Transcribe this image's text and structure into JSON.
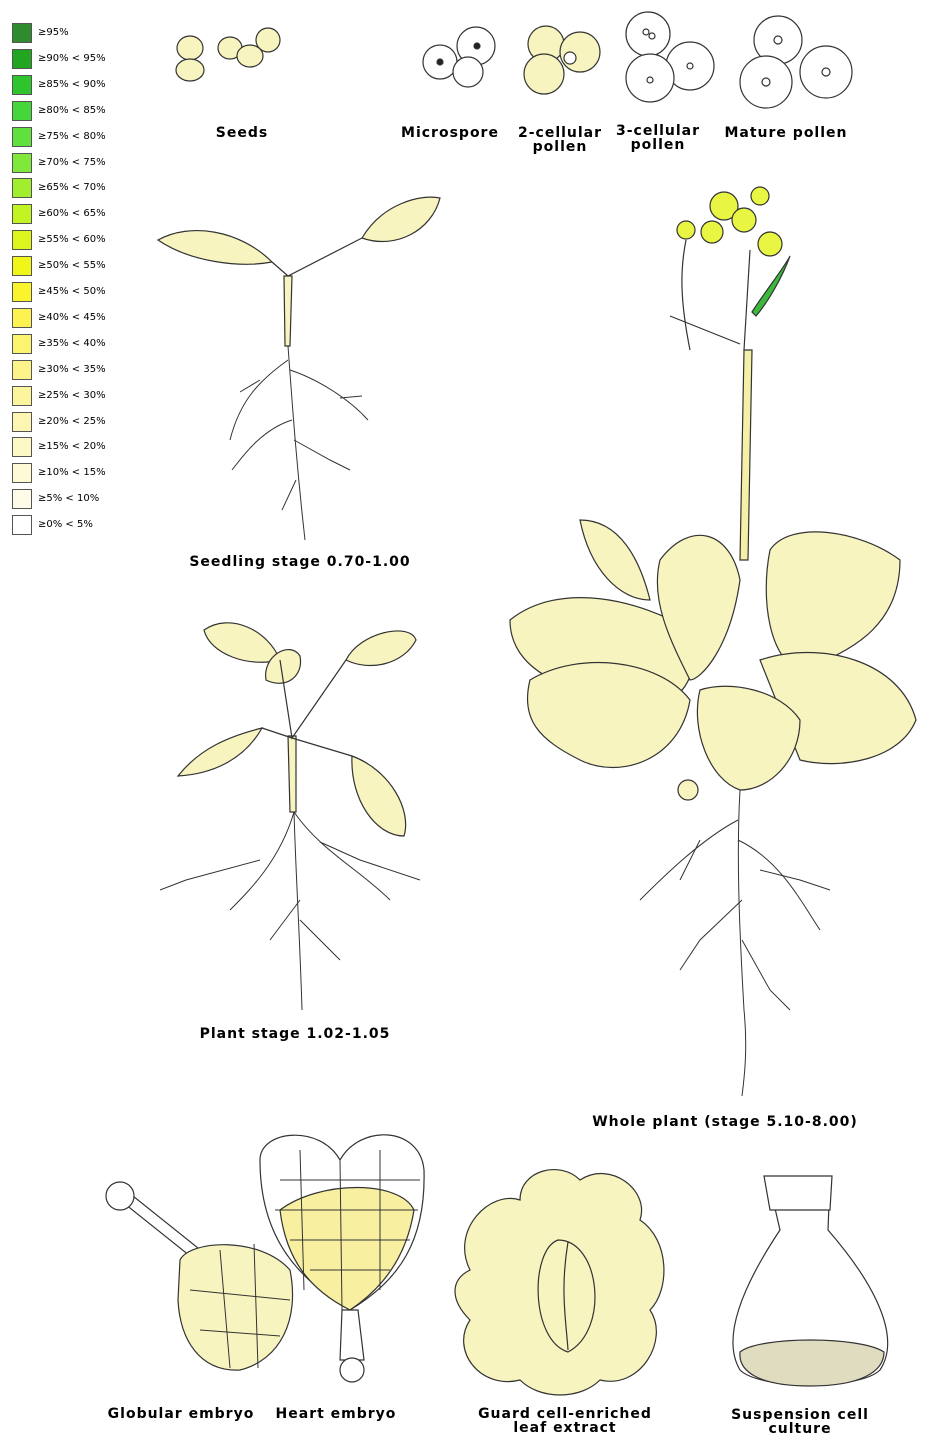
{
  "legend": [
    {
      "label": "≥95%",
      "color": "#2e8b2e"
    },
    {
      "label": "≥90% < 95%",
      "color": "#22a622"
    },
    {
      "label": "≥85% < 90%",
      "color": "#2ec42e"
    },
    {
      "label": "≥80% < 85%",
      "color": "#44d63a"
    },
    {
      "label": "≥75% < 80%",
      "color": "#5fe03c"
    },
    {
      "label": "≥70% < 75%",
      "color": "#7fe83a"
    },
    {
      "label": "≥65% < 70%",
      "color": "#a0ee2e"
    },
    {
      "label": "≥60% < 65%",
      "color": "#c2f424"
    },
    {
      "label": "≥55% < 60%",
      "color": "#dcf51c"
    },
    {
      "label": "≥50% < 55%",
      "color": "#f0f51a"
    },
    {
      "label": "≥45% < 50%",
      "color": "#fbf42c"
    },
    {
      "label": "≥40% < 45%",
      "color": "#fcf352"
    },
    {
      "label": "≥35% < 40%",
      "color": "#fcf36e"
    },
    {
      "label": "≥30% < 35%",
      "color": "#fcf488"
    },
    {
      "label": "≥25% < 30%",
      "color": "#fdf59e"
    },
    {
      "label": "≥20% < 25%",
      "color": "#fdf6b2"
    },
    {
      "label": "≥15% < 20%",
      "color": "#fdf8c4"
    },
    {
      "label": "≥10% < 15%",
      "color": "#fefad6"
    },
    {
      "label": "≥5% < 10%",
      "color": "#fefce8"
    },
    {
      "label": "≥0% < 5%",
      "color": "#ffffff"
    }
  ],
  "labels": {
    "seeds": "Seeds",
    "microspore": "Microspore",
    "two_cellular": "2-cellular\npollen",
    "three_cellular": "3-cellular\npollen",
    "mature_pollen": "Mature pollen",
    "seedling": "Seedling stage 0.70-1.00",
    "plant_stage": "Plant stage 1.02-1.05",
    "whole_plant": "Whole plant (stage 5.10-8.00)",
    "globular": "Globular embryo",
    "heart": "Heart embryo",
    "guard_cell": "Guard cell-enriched\nleaf extract",
    "suspension": "Suspension cell\nculture"
  },
  "colors": {
    "tissue": "#f8f4c0",
    "flower": "#e8f542",
    "pod": "#3cb83c",
    "outline": "#333333"
  }
}
